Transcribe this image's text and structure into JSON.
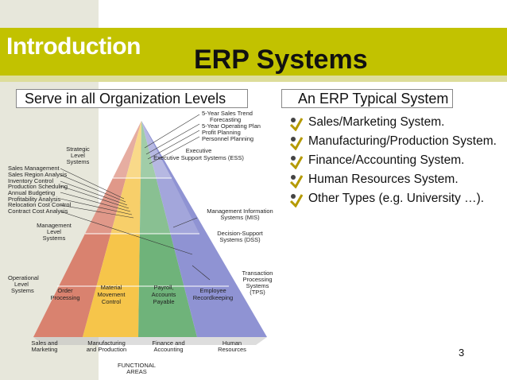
{
  "slide": {
    "section_label": "Introduction",
    "title": "ERP Systems",
    "left_header": "Serve in all Organization Levels",
    "right_header": "An ERP Typical System",
    "page_number": "3"
  },
  "erp_list": [
    "Sales/Marketing System.",
    "Manufacturing/Production System.",
    "Finance/Accounting System.",
    "Human Resources System.",
    "Other Types (e.g. University …)."
  ],
  "diagram": {
    "top_right_labels": [
      "5-Year Sales Trend",
      "Forecasting",
      "5-Year Operating Plan",
      "Profit Planning",
      "Personnel Planning"
    ],
    "strategic": [
      "Strategic",
      "Level",
      "Systems"
    ],
    "ess": "Executive Support Systems (ESS)",
    "left_labels": [
      "Sales Management",
      "Sales Region Analysis",
      "Inventory Control",
      "Production Scheduling",
      "Annual Budgeting",
      "Profitability Analysis",
      "Relocation Cost Control",
      "Contract Cost Analysis"
    ],
    "management": [
      "Management",
      "Level",
      "Systems"
    ],
    "mis": [
      "Management Information",
      "Systems (MIS)"
    ],
    "dss": [
      "Decision-Support",
      "Systems (DSS)"
    ],
    "operational": [
      "Operational",
      "Level",
      "Systems"
    ],
    "tps": [
      "Transaction",
      "Processing",
      "Systems",
      "(TPS)"
    ],
    "bottom_cells": [
      [
        "Order",
        "Processing"
      ],
      [
        "Material",
        "Movement",
        "Control"
      ],
      [
        "Payroll,",
        "Accounts",
        "Payable"
      ],
      [
        "Employee",
        "Recordkeeping"
      ]
    ],
    "areas": [
      [
        "Sales and",
        "Marketing"
      ],
      [
        "Manufacturing",
        "and Production"
      ],
      [
        "Finance and",
        "Accounting"
      ],
      [
        "Human",
        "Resources"
      ]
    ],
    "functional": [
      "FUNCTIONAL",
      "AREAS"
    ]
  },
  "colors": {
    "olive": "#c2c200",
    "red": "#d9826f",
    "orange": "#f6c54a",
    "green": "#6fb37a",
    "purple": "#8f93d3"
  }
}
